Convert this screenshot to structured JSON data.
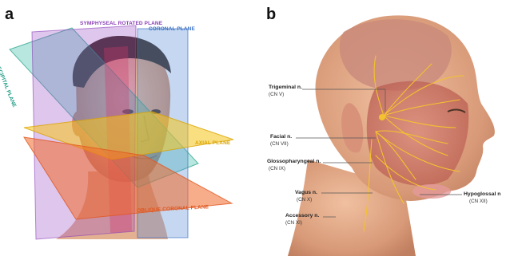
{
  "panel_a": {
    "letter": "a",
    "planes": {
      "symphyseal": "SYMPHYSEAL ROTATED PLANE",
      "coronal": "CORONAL PLANE",
      "occipital": "OCCIPITAL PLANE",
      "axial": "AXIAL PLANE",
      "oblique_coronal": "OBLIQUE CORONAL PLANE"
    },
    "colors": {
      "symphyseal": "#9a4fc7",
      "coronal": "#3d72c4",
      "occipital": "#1f9c86",
      "axial": "#d9a400",
      "oblique_coronal": "#e0561f"
    }
  },
  "panel_b": {
    "letter": "b",
    "nerves": [
      {
        "name": "Trigeminal n.",
        "cn": "(CN V)"
      },
      {
        "name": "Facial n.",
        "cn": "(CN VII)"
      },
      {
        "name": "Glossopharyngeal n.",
        "cn": "(CN IX)"
      },
      {
        "name": "Vagus  n.",
        "cn": "(CN X)"
      },
      {
        "name": "Accessory  n.",
        "cn": "(CN XI)"
      },
      {
        "name": "Hypoglossal n",
        "cn": "(CN XII)"
      }
    ],
    "colors": {
      "nerve": "#f2c230",
      "leader": "#555555"
    }
  }
}
